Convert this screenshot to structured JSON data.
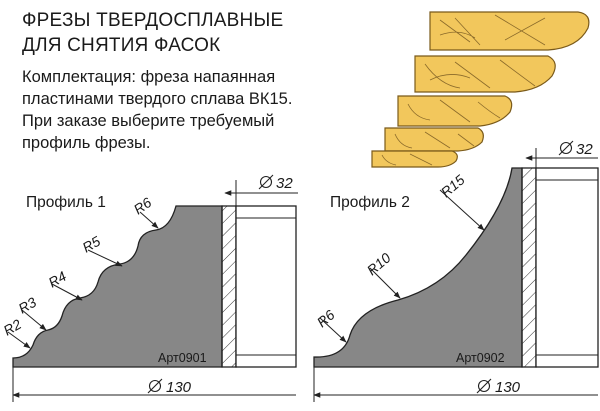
{
  "title": {
    "line1": "ФРЕЗЫ ТВЕРДОСПЛАВНЫЕ",
    "line2": "ДЛЯ СНЯТИЯ ФАСОК"
  },
  "description": {
    "line1": "Комплектация: фреза напаянная",
    "line2": "пластинами твердого сплава ВК15.",
    "line3": "При заказе выберите требуемый",
    "line4": "профиль фрезы."
  },
  "profile1": {
    "label": "Профиль 1",
    "article": "Арт0901",
    "radii": [
      "R6",
      "R5",
      "R4",
      "R3",
      "R2"
    ],
    "bore": "32",
    "diameter": "130"
  },
  "profile2": {
    "label": "Профиль 2",
    "article": "Арт0902",
    "radii": [
      "R15",
      "R10",
      "R6"
    ],
    "bore": "32",
    "diameter": "130"
  },
  "colors": {
    "profile_fill": "#878787",
    "moulding_fill": "#f2c75c",
    "moulding_stroke": "#7a5a1a",
    "text": "#1a1a1a"
  }
}
